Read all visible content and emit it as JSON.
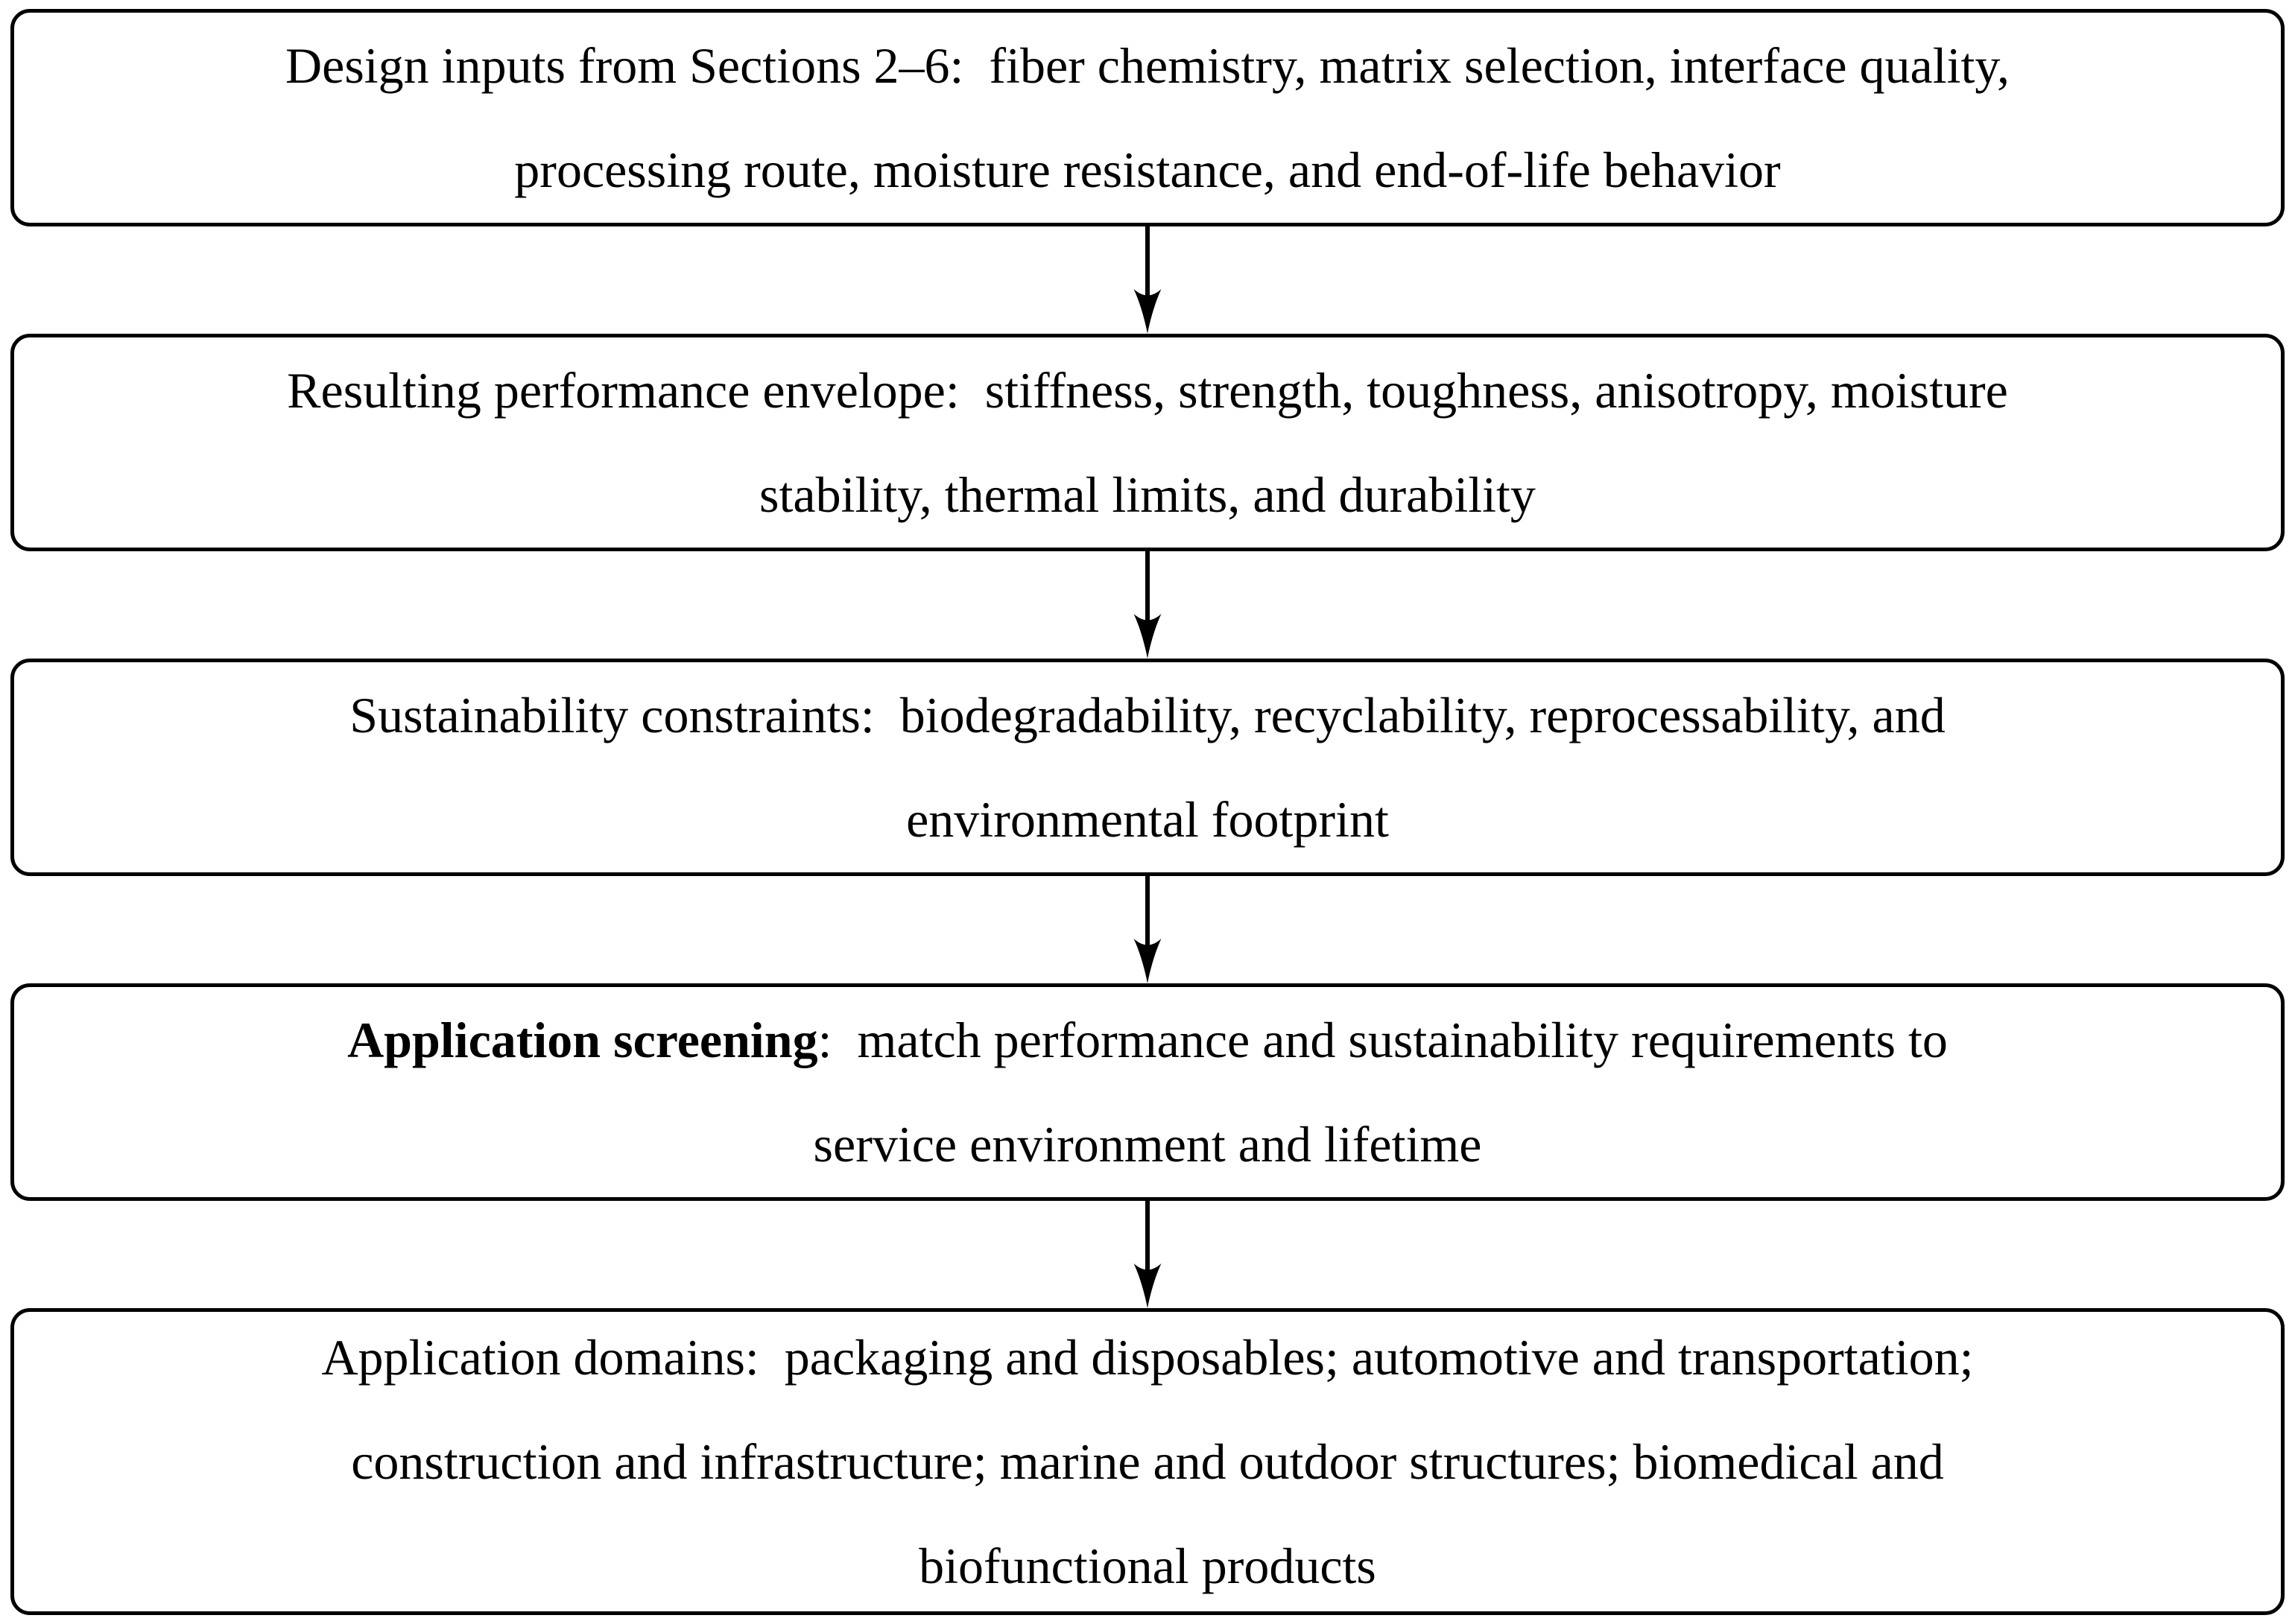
{
  "figure": {
    "type": "flowchart",
    "direction": "top-down",
    "background_color": "#ffffff",
    "border_color": "#000000",
    "text_color": "#000000"
  },
  "boxes": [
    {
      "id": "design-inputs",
      "lines": [
        "Design inputs from Sections 2–6:  fiber chemistry, matrix selection, interface quality,",
        "processing route, moisture resistance, and end-of-life behavior"
      ]
    },
    {
      "id": "performance-envelope",
      "lines": [
        "Resulting performance envelope:  stiffness, strength, toughness, anisotropy, moisture",
        "stability, thermal limits, and durability"
      ]
    },
    {
      "id": "sustainability-constraints",
      "lines": [
        "Sustainability constraints:  biodegradability, recyclability, reprocessability, and",
        "environmental footprint"
      ]
    },
    {
      "id": "application-screening",
      "bold_lead": "Application screening",
      "lines": [
        ":  match performance and sustainability requirements to",
        "service environment and lifetime"
      ]
    },
    {
      "id": "application-domains",
      "lines": [
        "Application domains:  packaging and disposables; automotive and transportation;",
        "construction and infrastructure; marine and outdoor structures; biomedical and",
        "biofunctional products"
      ]
    }
  ],
  "connectors": [
    {
      "from": "design-inputs",
      "to": "performance-envelope",
      "style": "stealth-arrow-down"
    },
    {
      "from": "performance-envelope",
      "to": "sustainability-constraints",
      "style": "stealth-arrow-down"
    },
    {
      "from": "sustainability-constraints",
      "to": "application-screening",
      "style": "stealth-arrow-down"
    },
    {
      "from": "application-screening",
      "to": "application-domains",
      "style": "stealth-arrow-down"
    }
  ]
}
